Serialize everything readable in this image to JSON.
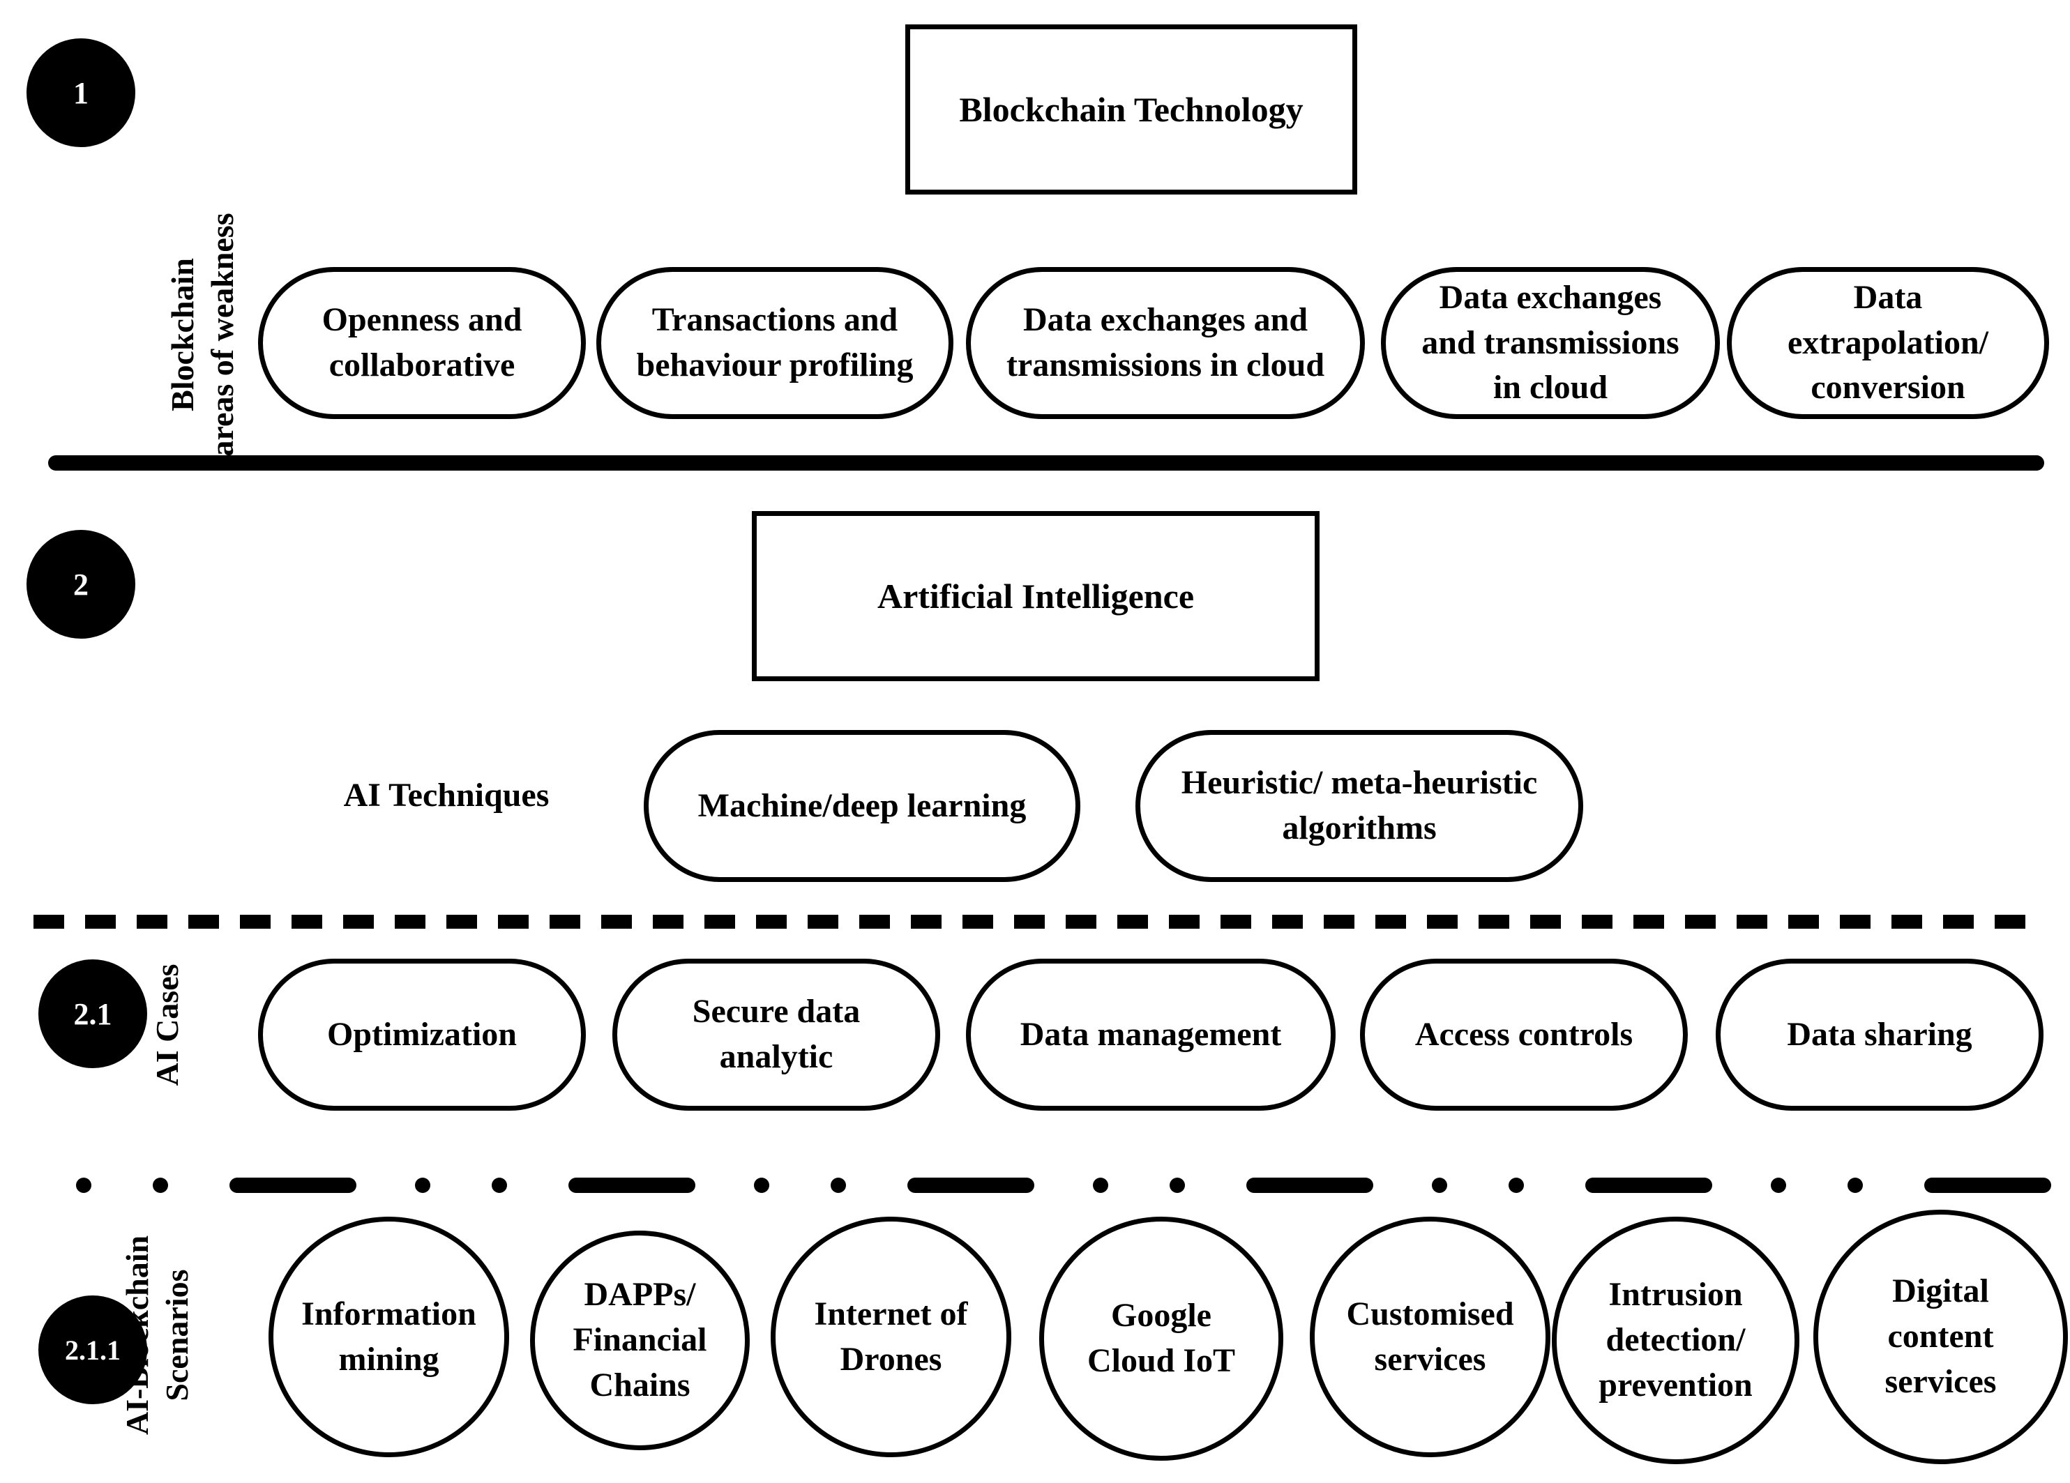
{
  "section1": {
    "badge": "1",
    "title": "Blockchain Technology",
    "side_label": "Blockchain\nareas of weakness",
    "items": [
      "Openness and\ncollaborative",
      "Transactions and\nbehaviour profiling",
      "Data exchanges and\ntransmissions in cloud",
      "Data exchanges\nand transmissions\nin cloud",
      "Data\nextrapolation/\nconversion"
    ]
  },
  "section2": {
    "badge": "2",
    "title": "Artificial Intelligence",
    "side_label": "AI Techniques",
    "items": [
      "Machine/deep learning",
      "Heuristic/ meta-heuristic\nalgorithms"
    ]
  },
  "section21": {
    "badge": "2.1",
    "side_label": "AI Cases",
    "items": [
      "Optimization",
      "Secure data\nanalytic",
      "Data management",
      "Access controls",
      "Data sharing"
    ]
  },
  "section211": {
    "badge": "2.1.1",
    "side_label": "AI-Blockchain\nScenarios",
    "items": [
      "Information\nmining",
      "DAPPs/\nFinancial\nChains",
      "Internet of\nDrones",
      "Google\nCloud IoT",
      "Customised\nservices",
      "Intrusion\ndetection/\nprevention",
      "Digital\ncontent\nservices"
    ]
  }
}
